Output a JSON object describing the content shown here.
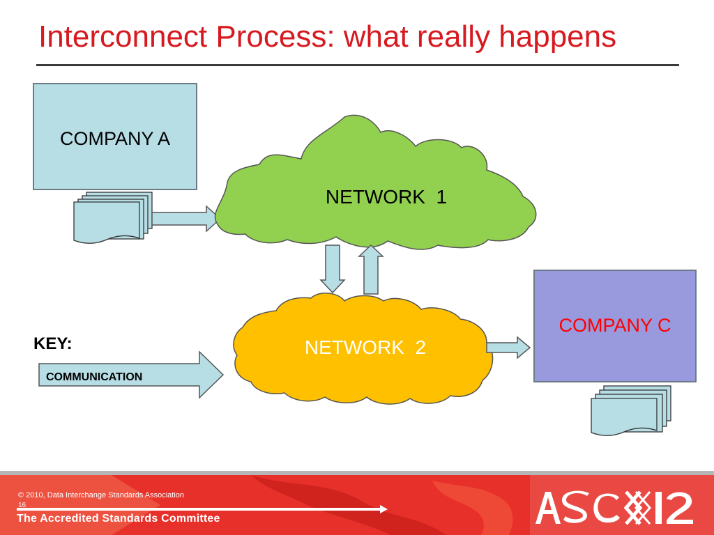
{
  "slide": {
    "title": "Interconnect Process: what really happens"
  },
  "diagram": {
    "company_a": {
      "label": "COMPANY A",
      "fill": "#b7dde5",
      "stroke": "#6b7b85"
    },
    "company_c": {
      "label": "COMPANY C",
      "fill": "#9999dd",
      "stroke": "#6b7b85",
      "text_color": "#ff0000"
    },
    "network_1": {
      "label": "NETWORK  1",
      "fill": "#92d050"
    },
    "network_2": {
      "label": "NETWORK  2",
      "fill": "#ffc000",
      "text_color": "#ffffff"
    },
    "key": {
      "heading": "KEY:",
      "label": "COMMUNICATION"
    },
    "arrow_fill": "#b7dde5",
    "document_fill": "#b7dde5"
  },
  "footer": {
    "copyright": "© 2010, Data Interchange Standards Association",
    "slide_number": "16",
    "committee": "The Accredited Standards Committee",
    "logo_text": "ASC X12",
    "band_color": "#e8302a"
  }
}
